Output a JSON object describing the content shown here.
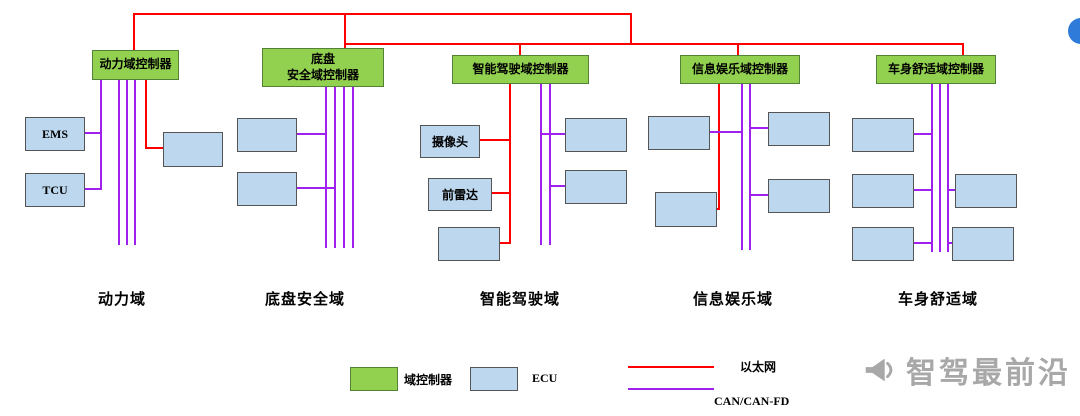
{
  "controllers": {
    "items": [
      {
        "label": "动力域控制器"
      },
      {
        "line1": "底盘",
        "line2": "安全域控制器"
      },
      {
        "label": "智能驾驶域控制器"
      },
      {
        "label": "信息娱乐域控制器"
      },
      {
        "label": "车身舒适域控制器"
      }
    ]
  },
  "ecus": {
    "ems": "EMS",
    "tcu": "TCU",
    "camera": "摄像头",
    "front_radar": "前雷达"
  },
  "domains": {
    "labels": [
      "动力域",
      "底盘安全域",
      "智能驾驶域",
      "信息娱乐域",
      "车身舒适域"
    ]
  },
  "legend": {
    "controller": "域控制器",
    "ecu": "ECU",
    "ethernet": "以太网",
    "can": "CAN/CAN-FD"
  },
  "watermark": {
    "text": "智驾最前沿"
  },
  "colors": {
    "controller_fill": "#92d050",
    "ecu_fill": "#bdd7ee",
    "ethernet_line": "#ff0000",
    "can_line": "#a020f0",
    "watermark_gray": "#a8a8a8"
  }
}
